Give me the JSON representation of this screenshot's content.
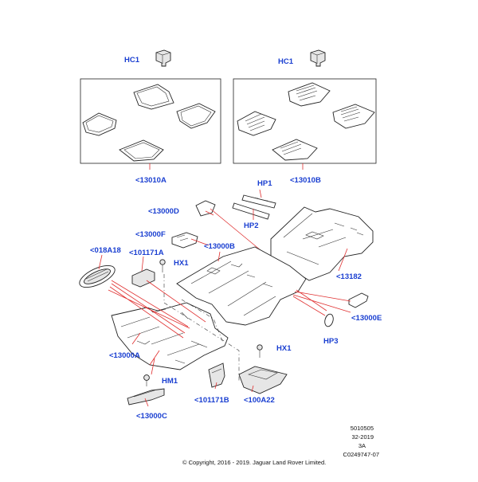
{
  "callouts": {
    "hc1_left": "HC1",
    "hc1_right": "HC1",
    "c13010a": "<13010A",
    "c13010b": "<13010B",
    "hp1": "HP1",
    "hp2": "HP2",
    "c13000d": "<13000D",
    "c13000f": "<13000F",
    "c13000b": "<13000B",
    "c018a18": "<018A18",
    "c101171a": "<101171A",
    "hx1_top": "HX1",
    "c13182": "<13182",
    "c13000e": "<13000E",
    "hp3": "HP3",
    "hx1_bottom": "HX1",
    "c13000a": "<13000A",
    "hm1": "HM1",
    "c101171b": "<101171B",
    "c100a22": "<100A22",
    "c13000c": "<13000C"
  },
  "meta": {
    "line1": "5010505",
    "line2": "32-2019",
    "line3": "3A",
    "line4": "C0249747-07",
    "copyright": "© Copyright, 2016 - 2019. Jaguar Land Rover Limited."
  },
  "colors": {
    "callout": "#1a3fd1",
    "leader": "#e03030",
    "line": "#222222"
  }
}
